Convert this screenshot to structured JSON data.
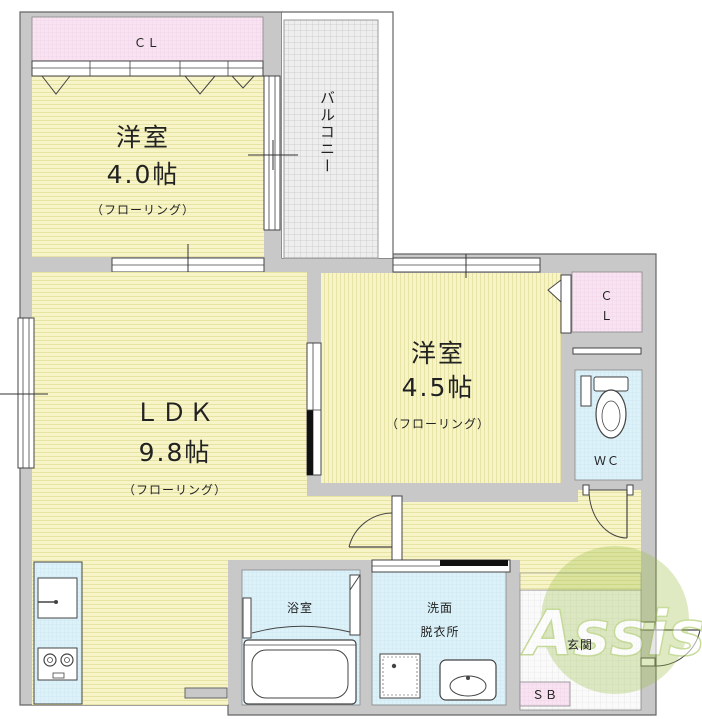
{
  "rooms": {
    "western_room_1": {
      "name": "洋室",
      "size": "4.0帖",
      "floor": "（フローリング）"
    },
    "western_room_2": {
      "name": "洋室",
      "size": "4.5帖",
      "floor": "（フローリング）"
    },
    "ldk": {
      "name": "ＬＤＫ",
      "size": "9.8帖",
      "floor": "（フローリング）"
    },
    "balcony": {
      "name": "バルコニー"
    },
    "closet_top": {
      "label": "ＣＬ"
    },
    "closet_right": {
      "line1": "Ｃ",
      "line2": "Ｌ"
    },
    "toilet": {
      "label": "ＷＣ"
    },
    "bathroom": {
      "label": "浴室"
    },
    "washroom": {
      "line1": "洗面",
      "line2": "脱衣所"
    },
    "entrance": {
      "label": "玄関"
    },
    "shoe_box": {
      "label": "ＳＢ"
    }
  },
  "watermark": {
    "text": "Assist"
  },
  "colors": {
    "wall": "#c8c8c8",
    "wall_edge": "#666666",
    "floor": "#f7f5c8",
    "closet": "#f8e3f2",
    "wet_area": "#dcf1f8",
    "balcony": "#eeeeee",
    "entrance": "#fafafa",
    "watermark": "#9cc04a"
  }
}
